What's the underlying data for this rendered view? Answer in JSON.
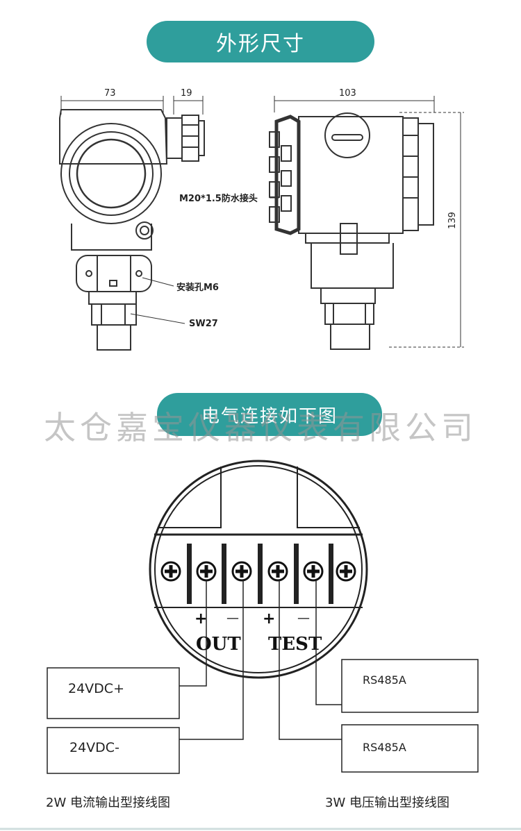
{
  "section1_title": "外形尺寸",
  "section2_title": "电气连接如下图",
  "watermark": "太仓嘉宝仪器仪表有限公司",
  "dimensions": {
    "d73": "73",
    "d19": "19",
    "d103": "103",
    "d139": "139"
  },
  "labels": {
    "thread": "M20*1.5防水接头",
    "mount_hole": "安装孔M6",
    "wrench": "SW27"
  },
  "terminal": {
    "plus1": "+",
    "minus1": "—",
    "plus2": "+",
    "minus2": "—",
    "out": "OUT",
    "test": "TEST"
  },
  "boxes": {
    "left_top": "24VDC+",
    "left_bottom": "24VDC-",
    "right_top": "RS485A",
    "right_bottom": "RS485A"
  },
  "captions": {
    "left": "2W 电流输出型接线图",
    "right": "3W 电压输出型接线图"
  }
}
